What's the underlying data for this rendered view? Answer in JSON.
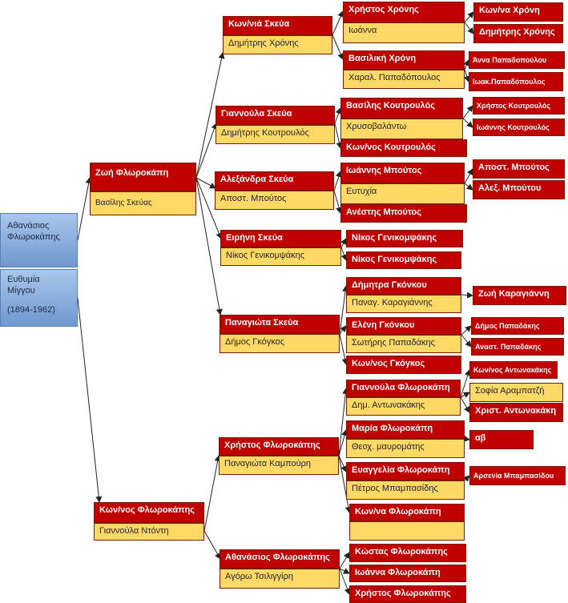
{
  "root": {
    "father_line1": "Αθανάσιος",
    "father_line2": "Φλωροκάπης",
    "mother_line1": "Ευθυμία",
    "mother_line2": "Μίγγου",
    "years": "(1894-1962)"
  },
  "gen1": {
    "zoi": "Ζωή Φλωροκάπη",
    "zoi_spouse": "Βασίλης Σκεύας",
    "konnos": "Κων/νος Φλωροκάπης",
    "konnos_spouse": "Γιαννούλα Ντόντη"
  },
  "gen2": {
    "konnia": "Κων/νιά Σκεύα",
    "konnia_spouse": "Δημήτρης Χρόνης",
    "giannoula_s": "Γιαννούλα Σκεύα",
    "giannoula_s_spouse": "Δημήτρης Κουτρουλός",
    "alexandra": "Αλεξάνδρα Σκεύα",
    "alexandra_spouse": "Αποστ. Μπούτος",
    "eirini": "Ειρήνη Σκεύα",
    "eirini_spouse": "Νίκος Γενικομψάκης",
    "panagiota": "Παναγιώτα Σκεύα",
    "panagiota_spouse": "Δήμος Γκόγκος",
    "christos_f": "Χρήστος Φλωροκάπης",
    "christos_f_spouse": "Παναγιώτα Καμπούρη",
    "athanasios_f": "Αθανάσιος Φλωροκάπης",
    "athanasios_f_spouse": "Αγόρω Τσιλιγγίρη"
  },
  "gen3": {
    "christos_chronis": "Χρήστος Χρόνης",
    "christos_chronis_spouse": "Ιωάννα",
    "vasiliki": "Βασιλική Χρόνη",
    "vasiliki_spouse": "Χαραλ. Παπαδόπουλος",
    "vasilis_k": "Βασίλης Κουτρουλός",
    "vasilis_k_spouse": "Χρυσοβαλάντω",
    "konnos_k": "Κων/νος Κουτρουλός",
    "ioannis_m": "Ιωάννης Μπούτος",
    "ioannis_m_spouse": "Ευτυχία",
    "anestis_m": "Ανέστης Μπούτος",
    "nikos_g1": "Νίκος Γενικομψάκης",
    "nikos_g2": "Νίκος Γενικομψάκης",
    "dimitra": "Δήμητρα Γκόνκου",
    "dimitra_spouse": "Παναγ. Καραγιάννης",
    "eleni": "Ελένη  Γκόνκου",
    "eleni_spouse": "Σωτήρης Παπαδάκης",
    "konnos_g": "Κων/νος Γκόγκος",
    "giannoula_f": "Γιαννούλα Φλωροκάπη",
    "giannoula_f_spouse": "Δημ. Αντωνακάκης",
    "maria_f": "Μαρία Φλωροκάπη",
    "maria_f_spouse": "Θεοχ. μαυρομάτης",
    "evangelia_f": "Ευαγγελία Φλωροκάπη",
    "evangelia_f_spouse": "Πέτρος Μπαμπασίδης",
    "konna_f": "Κων/να  Φλωροκάπη",
    "konna_f_spouse": "",
    "kostas_f": "Κώστας  Φλωροκάπης",
    "ioanna_f": "Ιωάννα Φλωροκάπη",
    "christos_f2": "Χρήστος Φλωροκάπης"
  },
  "gen4": {
    "konna_chroni": "Κων/να Χρόνη",
    "dimitris_chronis": "Δημήτρης Χρόνης",
    "anna_p": "Άννα Παπαδοπούλου",
    "ioak_p": "Ιωακ.Παπαδόπουλος",
    "christos_k": "Χρήστος Κουτρουλός",
    "ioannis_k": "Ιωάννης Κουτρουλός",
    "apost_m": "Αποστ.  Μπούτος",
    "alex_m": "Αλεξ.  Μπούτου",
    "zoi_k": "Ζωή Καραγιάννη",
    "dimos_p": "Δήμος Παπαδάκης",
    "anast_p": "Αναστ.  Παπαδάκης",
    "konnos_a": "Κων/νος Αντωνακάκης",
    "sofia_a": "Σοφία Αραμπατζή",
    "christ_a": "Χριστ. Αντωνακάκη",
    "av": "αβ",
    "arsenia": "Αρσενία Μπαμπασίδου"
  },
  "colors": {
    "red": "#c00000",
    "yellow": "#ffd966",
    "root": "#8db3e2"
  }
}
